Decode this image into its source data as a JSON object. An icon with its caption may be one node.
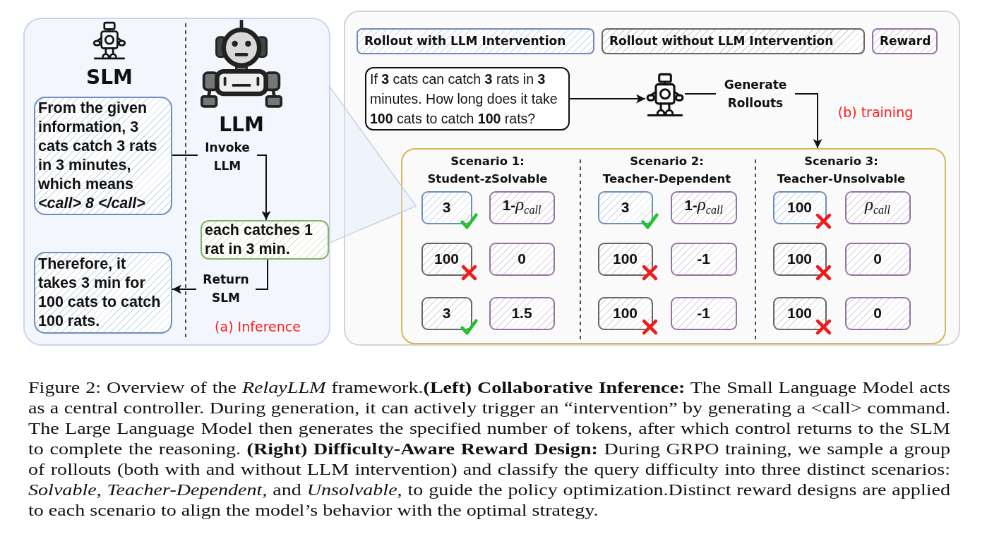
{
  "diagram": {
    "caption": "Figure 2: Overview of the *RelayLLM* framework.**(Left) Collaborative Inference:** The Small Language Model acts as a central controller. During generation, it can actively trigger an “intervention” by generating a <call> command. The Large Language Model then generates the specified number of tokens, after which control returns to the SLM to complete the reasoning. **(Right) Difficulty-Aware Reward Design:** During GRPO training, we sample a group of rollouts (both with and without LLM intervention) and classify the query difficulty into three distinct scenarios: *Solvable*, *Teacher-Dependent*, and *Unsolvable*, to guide the policy optimization.Distinct reward designs are applied to each scenario to align the model’s behavior with the optimal strategy.",
    "nodes": [
      {
        "text": [
          "SLM",
          "LLM",
          "(a) Inference"
        ]
      },
      {
        "text": [
          "From the given information, 3 cats catch 3 rats in 3 minutes, which means *<call> 8 </call>*"
        ],
        "in": 0
      },
      {
        "text": [
          "each catches 1 rat in 3 min."
        ],
        "in": 0
      },
      {
        "text": [
          "Therefore, it takes 3 min for 100 cats to catch 100 rats."
        ],
        "in": 0
      },
      {
        "text": [
          "(b) training"
        ]
      },
      {
        "text": [
          "If **3** cats can catch **3** rats in **3** minutes. How long does it take **100** cats to catch **100** rats?"
        ],
        "in": 4
      },
      {
        "text": [],
        "shape": "picture",
        "in": 4
      },
      {
        "text": [
          "Scenario 1: Student-zSolvable",
          "Scenario 2: Teacher-Dependent",
          "Scenario 3: Teacher-Unsolvable"
        ],
        "in": 4
      },
      {
        "text": [
          "3"
        ],
        "in": 7
      },
      {
        "text": [
          "1-*ρ*$_{call}$"
        ],
        "in": 7
      },
      {
        "text": [
          "100"
        ],
        "in": 7
      },
      {
        "text": [
          "0"
        ],
        "in": 7
      },
      {
        "text": [
          "3"
        ],
        "in": 7
      },
      {
        "text": [
          "1.5"
        ],
        "in": 7
      },
      {
        "text": [
          "3"
        ],
        "in": 7
      },
      {
        "text": [
          "1-*ρ*$_{call}$"
        ],
        "in": 7
      },
      {
        "text": [
          "100"
        ],
        "in": 7
      },
      {
        "text": [
          "-1"
        ],
        "in": 7
      },
      {
        "text": [
          "100"
        ],
        "in": 7
      },
      {
        "text": [
          "-1"
        ],
        "in": 7
      },
      {
        "text": [
          "100"
        ],
        "in": 7
      },
      {
        "text": [
          "*ρ*$_{call}$"
        ],
        "in": 7
      },
      {
        "text": [
          "100"
        ],
        "in": 7
      },
      {
        "text": [
          "0"
        ],
        "in": 7
      },
      {
        "text": [
          "100"
        ],
        "in": 7
      },
      {
        "text": [
          "0"
        ],
        "in": 7
      },
      {
        "text": [],
        "shape": "triangle"
      }
    ],
    "edges": [
      {
        "from": 1,
        "to": 2,
        "arrow": "to",
        "label": "Invoke LLM"
      },
      {
        "from": 2,
        "to": 3,
        "arrow": "to",
        "label": "Return SLM"
      },
      {
        "from": 5,
        "to": 6,
        "arrow": "to"
      },
      {
        "from": 6,
        "to": 7,
        "arrow": "to",
        "label": "Generate Rollouts"
      }
    ],
    "legend": [
      {
        "text": "Rollout with LLM Intervention",
        "color": "#6c8ebf"
      },
      {
        "text": "Rollout without LLM Intervention",
        "color": "#666666"
      },
      {
        "text": "Reward",
        "color": "#9673a6"
      }
    ]
  }
}
